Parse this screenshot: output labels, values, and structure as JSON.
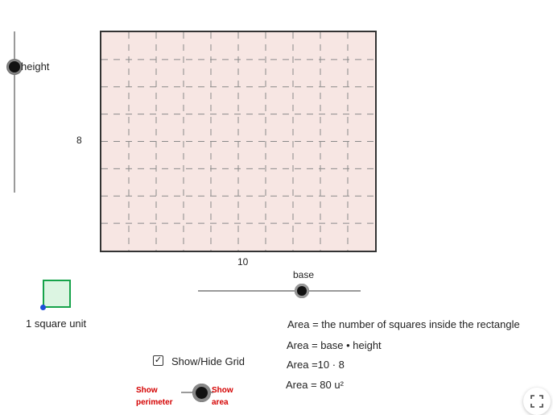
{
  "sliders": {
    "height_label": "height",
    "base_label": "base"
  },
  "rectangle": {
    "height_value": "8",
    "base_value": "10",
    "fill_color": "#f7e6e3",
    "grid_visible": true
  },
  "unit_square": {
    "label": "1 square unit",
    "color": "#16a34a"
  },
  "formulas": {
    "line1": "Area = the number of squares inside the rectangle",
    "line2": "Area = base • height",
    "line3": "Area =10 · 8",
    "line4": "Area  = 80 u²"
  },
  "grid_toggle": {
    "label": "Show/Hide Grid",
    "checked": true,
    "check_mark": "✓"
  },
  "mode_toggle": {
    "left_label": "Show perimeter",
    "right_label": "Show area",
    "accent": "#d40000"
  },
  "icons": {
    "fullscreen": "fullscreen-icon"
  }
}
